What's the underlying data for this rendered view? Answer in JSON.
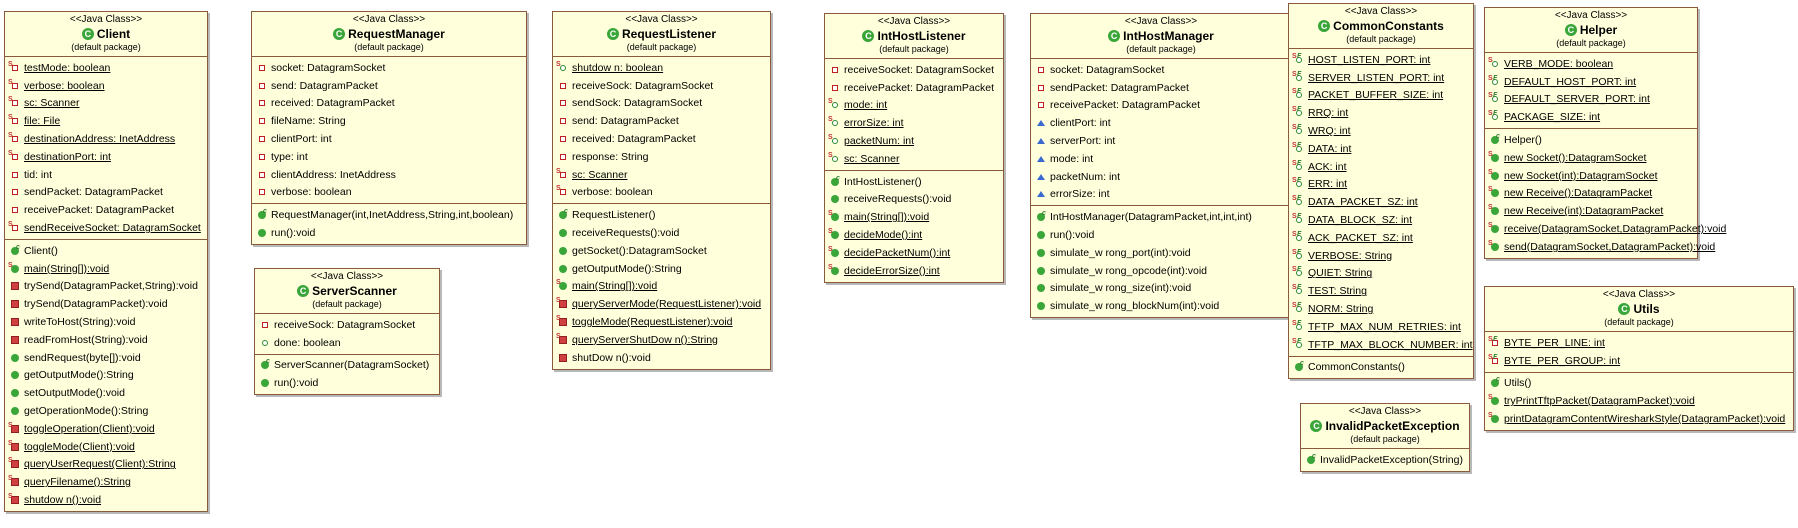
{
  "stereotype": "<<Java Class>>",
  "package": "(default package)",
  "classes": [
    {
      "name": "Client",
      "fields": [
        {
          "vis": "private",
          "static": true,
          "text": "testMode: boolean",
          "u": true
        },
        {
          "vis": "private",
          "static": true,
          "text": "verbose: boolean",
          "u": true
        },
        {
          "vis": "private",
          "static": true,
          "text": "sc: Scanner",
          "u": true
        },
        {
          "vis": "private",
          "static": true,
          "text": "file: File",
          "u": true
        },
        {
          "vis": "private",
          "static": true,
          "text": "destinationAddress: InetAddress",
          "u": true
        },
        {
          "vis": "private",
          "static": true,
          "text": "destinationPort: int",
          "u": true
        },
        {
          "vis": "private",
          "text": "tid: int"
        },
        {
          "vis": "private",
          "text": "sendPacket: DatagramPacket"
        },
        {
          "vis": "private",
          "text": "receivePacket: DatagramPacket"
        },
        {
          "vis": "private",
          "static": true,
          "text": "sendReceiveSocket: DatagramSocket",
          "u": true
        }
      ],
      "methods": [
        {
          "vis": "public",
          "ctor": true,
          "text": "Client()"
        },
        {
          "vis": "public",
          "static": true,
          "text": "main(String[]):void",
          "u": true
        },
        {
          "vis": "private",
          "text": "trySend(DatagramPacket,String):void"
        },
        {
          "vis": "private",
          "text": "trySend(DatagramPacket):void"
        },
        {
          "vis": "private",
          "text": "writeToHost(String):void"
        },
        {
          "vis": "private",
          "text": "readFromHost(String):void"
        },
        {
          "vis": "public",
          "text": "sendRequest(byte[]):void"
        },
        {
          "vis": "public",
          "text": "getOutputMode():String"
        },
        {
          "vis": "public",
          "text": "setOutputMode():void"
        },
        {
          "vis": "public",
          "text": "getOperationMode():String"
        },
        {
          "vis": "private",
          "static": true,
          "text": "toggleOperation(Client):void",
          "u": true
        },
        {
          "vis": "private",
          "static": true,
          "text": "toggleMode(Client):void",
          "u": true
        },
        {
          "vis": "private",
          "static": true,
          "text": "queryUserRequest(Client):String",
          "u": true
        },
        {
          "vis": "private",
          "static": true,
          "text": "queryFilename():String",
          "u": true
        },
        {
          "vis": "private",
          "static": true,
          "text": "shutdow n():void",
          "u": true
        }
      ]
    },
    {
      "name": "RequestManager",
      "fields": [
        {
          "vis": "private",
          "text": "socket: DatagramSocket"
        },
        {
          "vis": "private",
          "text": "send: DatagramPacket"
        },
        {
          "vis": "private",
          "text": "received: DatagramPacket"
        },
        {
          "vis": "private",
          "text": "fileName: String"
        },
        {
          "vis": "private",
          "text": "clientPort: int"
        },
        {
          "vis": "private",
          "text": "type: int"
        },
        {
          "vis": "private",
          "text": "clientAddress: InetAddress"
        },
        {
          "vis": "private",
          "text": "verbose: boolean"
        }
      ],
      "methods": [
        {
          "vis": "public",
          "ctor": true,
          "text": "RequestManager(int,InetAddress,String,int,boolean)"
        },
        {
          "vis": "public",
          "text": "run():void"
        }
      ]
    },
    {
      "name": "ServerScanner",
      "fields": [
        {
          "vis": "private",
          "text": "receiveSock: DatagramSocket"
        },
        {
          "vis": "public",
          "text": "done: boolean"
        }
      ],
      "methods": [
        {
          "vis": "public",
          "ctor": true,
          "text": "ServerScanner(DatagramSocket)"
        },
        {
          "vis": "public",
          "text": "run():void"
        }
      ]
    },
    {
      "name": "RequestListener",
      "fields": [
        {
          "vis": "public",
          "static": true,
          "text": "shutdow n: boolean",
          "u": true
        },
        {
          "vis": "private",
          "text": "receiveSock: DatagramSocket"
        },
        {
          "vis": "private",
          "text": "sendSock: DatagramSocket"
        },
        {
          "vis": "private",
          "text": "send: DatagramPacket"
        },
        {
          "vis": "private",
          "text": "received: DatagramPacket"
        },
        {
          "vis": "private",
          "text": "response: String"
        },
        {
          "vis": "private",
          "static": true,
          "text": "sc: Scanner",
          "u": true
        },
        {
          "vis": "private",
          "static": true,
          "text": "verbose: boolean"
        }
      ],
      "methods": [
        {
          "vis": "public",
          "ctor": true,
          "text": "RequestListener()"
        },
        {
          "vis": "public",
          "text": "receiveRequests():void"
        },
        {
          "vis": "public",
          "text": "getSocket():DatagramSocket"
        },
        {
          "vis": "public",
          "text": "getOutputMode():String"
        },
        {
          "vis": "public",
          "static": true,
          "text": "main(String[]):void",
          "u": true
        },
        {
          "vis": "private",
          "static": true,
          "text": "queryServerMode(RequestListener):void",
          "u": true
        },
        {
          "vis": "private",
          "static": true,
          "text": "toggleMode(RequestListener):void",
          "u": true
        },
        {
          "vis": "private",
          "static": true,
          "text": "queryServerShutDow n():String",
          "u": true
        },
        {
          "vis": "private",
          "text": "shutDow n():void"
        }
      ]
    },
    {
      "name": "IntHostListener",
      "fields": [
        {
          "vis": "private",
          "text": "receiveSocket: DatagramSocket"
        },
        {
          "vis": "private",
          "text": "receivePacket: DatagramPacket"
        },
        {
          "vis": "public",
          "static": true,
          "text": "mode: int",
          "u": true
        },
        {
          "vis": "public",
          "static": true,
          "text": "errorSize: int",
          "u": true
        },
        {
          "vis": "public",
          "static": true,
          "text": "packetNum: int",
          "u": true
        },
        {
          "vis": "public",
          "static": true,
          "text": "sc: Scanner",
          "u": true
        }
      ],
      "methods": [
        {
          "vis": "public",
          "ctor": true,
          "text": "IntHostListener()"
        },
        {
          "vis": "public",
          "text": "receiveRequests():void"
        },
        {
          "vis": "public",
          "static": true,
          "text": "main(String[]):void",
          "u": true
        },
        {
          "vis": "public",
          "static": true,
          "text": "decideMode():int",
          "u": true
        },
        {
          "vis": "public",
          "static": true,
          "text": "decidePacketNum():int",
          "u": true
        },
        {
          "vis": "public",
          "static": true,
          "text": "decideErrorSize():int",
          "u": true
        }
      ]
    },
    {
      "name": "IntHostManager",
      "fields": [
        {
          "vis": "private",
          "text": "socket: DatagramSocket"
        },
        {
          "vis": "private",
          "text": "sendPacket: DatagramPacket"
        },
        {
          "vis": "private",
          "text": "receivePacket: DatagramPacket"
        },
        {
          "vis": "package",
          "text": "clientPort: int"
        },
        {
          "vis": "package",
          "text": "serverPort: int"
        },
        {
          "vis": "package",
          "text": "mode: int"
        },
        {
          "vis": "package",
          "text": "packetNum: int"
        },
        {
          "vis": "package",
          "text": "errorSize: int"
        }
      ],
      "methods": [
        {
          "vis": "public",
          "ctor": true,
          "text": "IntHostManager(DatagramPacket,int,int,int)"
        },
        {
          "vis": "public",
          "text": "run():void"
        },
        {
          "vis": "public",
          "text": "simulate_w rong_port(int):void"
        },
        {
          "vis": "public",
          "text": "simulate_w rong_opcode(int):void"
        },
        {
          "vis": "public",
          "text": "simulate_w rong_size(int):void"
        },
        {
          "vis": "public",
          "text": "simulate_w rong_blockNum(int):void"
        }
      ]
    },
    {
      "name": "CommonConstants",
      "fields": [
        {
          "vis": "public",
          "static": true,
          "final": true,
          "text": "HOST_LISTEN_PORT: int",
          "u": true
        },
        {
          "vis": "public",
          "static": true,
          "final": true,
          "text": "SERVER_LISTEN_PORT: int",
          "u": true
        },
        {
          "vis": "public",
          "static": true,
          "final": true,
          "text": "PACKET_BUFFER_SIZE: int",
          "u": true
        },
        {
          "vis": "public",
          "static": true,
          "final": true,
          "text": "RRQ: int",
          "u": true
        },
        {
          "vis": "public",
          "static": true,
          "final": true,
          "text": "WRQ: int",
          "u": true
        },
        {
          "vis": "public",
          "static": true,
          "final": true,
          "text": "DATA: int",
          "u": true
        },
        {
          "vis": "public",
          "static": true,
          "final": true,
          "text": "ACK: int",
          "u": true
        },
        {
          "vis": "public",
          "static": true,
          "final": true,
          "text": "ERR: int",
          "u": true
        },
        {
          "vis": "public",
          "static": true,
          "final": true,
          "text": "DATA_PACKET_SZ: int",
          "u": true
        },
        {
          "vis": "public",
          "static": true,
          "final": true,
          "text": "DATA_BLOCK_SZ: int",
          "u": true
        },
        {
          "vis": "public",
          "static": true,
          "final": true,
          "text": "ACK_PACKET_SZ: int",
          "u": true
        },
        {
          "vis": "public",
          "static": true,
          "final": true,
          "text": "VERBOSE: String",
          "u": true
        },
        {
          "vis": "public",
          "static": true,
          "final": true,
          "text": "QUIET: String",
          "u": true
        },
        {
          "vis": "public",
          "static": true,
          "final": true,
          "text": "TEST: String",
          "u": true
        },
        {
          "vis": "public",
          "static": true,
          "final": true,
          "text": "NORM: String",
          "u": true
        },
        {
          "vis": "public",
          "static": true,
          "final": true,
          "text": "TFTP_MAX_NUM_RETRIES: int",
          "u": true
        },
        {
          "vis": "public",
          "static": true,
          "final": true,
          "text": "TFTP_MAX_BLOCK_NUMBER: int",
          "u": true
        }
      ],
      "methods": [
        {
          "vis": "public",
          "ctor": true,
          "text": "CommonConstants()"
        }
      ]
    },
    {
      "name": "InvalidPacketException",
      "fields": [],
      "methods": [
        {
          "vis": "public",
          "ctor": true,
          "text": "InvalidPacketException(String)"
        }
      ]
    },
    {
      "name": "Helper",
      "fields": [
        {
          "vis": "public",
          "static": true,
          "text": "VERB_MODE: boolean",
          "u": true
        },
        {
          "vis": "public",
          "static": true,
          "final": true,
          "text": "DEFAULT_HOST_PORT: int",
          "u": true
        },
        {
          "vis": "public",
          "static": true,
          "final": true,
          "text": "DEFAULT_SERVER_PORT: int",
          "u": true
        },
        {
          "vis": "public",
          "static": true,
          "final": true,
          "text": "PACKAGE_SIZE: int",
          "u": true
        }
      ],
      "methods": [
        {
          "vis": "public",
          "ctor": true,
          "text": "Helper()"
        },
        {
          "vis": "public",
          "static": true,
          "text": "new Socket():DatagramSocket",
          "u": true
        },
        {
          "vis": "public",
          "static": true,
          "text": "new Socket(int):DatagramSocket",
          "u": true
        },
        {
          "vis": "public",
          "static": true,
          "text": "new Receive():DatagramPacket",
          "u": true
        },
        {
          "vis": "public",
          "static": true,
          "text": "new Receive(int):DatagramPacket",
          "u": true
        },
        {
          "vis": "public",
          "static": true,
          "text": "receive(DatagramSocket,DatagramPacket):void",
          "u": true
        },
        {
          "vis": "public",
          "static": true,
          "text": "send(DatagramSocket,DatagramPacket):void",
          "u": true
        }
      ]
    },
    {
      "name": "Utils",
      "fields": [
        {
          "vis": "private",
          "static": true,
          "final": true,
          "text": "BYTE_PER_LINE: int",
          "u": true
        },
        {
          "vis": "private",
          "static": true,
          "final": true,
          "text": "BYTE_PER_GROUP: int",
          "u": true
        }
      ],
      "methods": [
        {
          "vis": "public",
          "ctor": true,
          "text": "Utils()"
        },
        {
          "vis": "public",
          "static": true,
          "text": "tryPrintTftpPacket(DatagramPacket):void",
          "u": true
        },
        {
          "vis": "public",
          "static": true,
          "text": "printDatagramContentWiresharkStyle(DatagramPacket):void",
          "u": true
        }
      ]
    }
  ]
}
